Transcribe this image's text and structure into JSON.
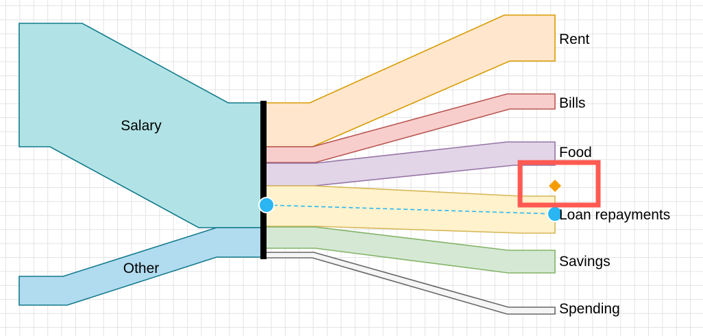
{
  "sources": [
    {
      "id": "salary",
      "label": "Salary",
      "fill": "#b1e3e6",
      "stroke": "#11798a"
    },
    {
      "id": "other",
      "label": "Other",
      "fill": "#b1dbef",
      "stroke": "#11798a"
    }
  ],
  "hub": {
    "color": "#000000"
  },
  "flows": [
    {
      "id": "rent",
      "label": "Rent",
      "fill": "#ffe6cc",
      "stroke": "#d79b00"
    },
    {
      "id": "bills",
      "label": "Bills",
      "fill": "#f8cecc",
      "stroke": "#b85450"
    },
    {
      "id": "food",
      "label": "Food",
      "fill": "#e1d5e7",
      "stroke": "#9673a6"
    },
    {
      "id": "loan",
      "label": "Loan repayments",
      "fill": "#fff2cc",
      "stroke": "#d6b656"
    },
    {
      "id": "savings",
      "label": "Savings",
      "fill": "#d5e8d4",
      "stroke": "#82b366"
    },
    {
      "id": "spending",
      "label": "Spending",
      "fill": "#f5f5f5",
      "stroke": "#666666"
    }
  ],
  "selection": {
    "edge_color": "#29b6f2",
    "handle_color": "#29b6f2",
    "waypoint_color": "#f59d00",
    "highlight_color": "#ff5a52"
  }
}
